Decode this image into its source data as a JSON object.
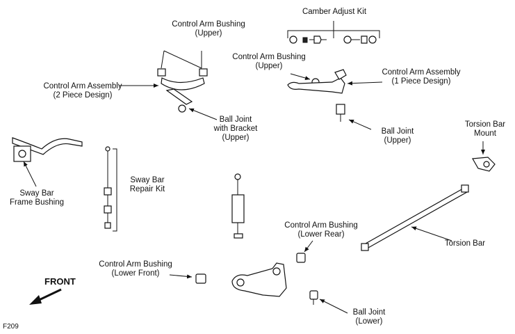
{
  "labels": {
    "camber_adjust_kit": [
      "Camber Adjust Kit"
    ],
    "cab_upper_left": [
      "Control Arm Bushing",
      "(Upper)"
    ],
    "ca_assembly_2pc": [
      "Control Arm Assembly",
      "(2 Piece Design)"
    ],
    "cab_upper_right": [
      "Control Arm Bushing",
      "(Upper)"
    ],
    "ca_assembly_1pc": [
      "Control Arm Assembly",
      "(1 Piece Design)"
    ],
    "ball_joint_bracket": [
      "Ball Joint",
      "with Bracket",
      "(Upper)"
    ],
    "ball_joint_upper": [
      "Ball Joint",
      "(Upper)"
    ],
    "torsion_bar_mount": [
      "Torsion Bar",
      "Mount"
    ],
    "sway_bar_frame_bushing": [
      "Sway Bar",
      "Frame Bushing"
    ],
    "sway_bar_repair_kit": [
      "Sway Bar",
      "Repair Kit"
    ],
    "cab_lower_rear": [
      "Control Arm Bushing",
      "(Lower Rear)"
    ],
    "torsion_bar": [
      "Torsion Bar"
    ],
    "cab_lower_front": [
      "Control Arm Bushing",
      "(Lower Front)"
    ],
    "ball_joint_lower": [
      "Ball Joint",
      "(Lower)"
    ]
  },
  "front_label": "FRONT",
  "figure_id": "F209"
}
